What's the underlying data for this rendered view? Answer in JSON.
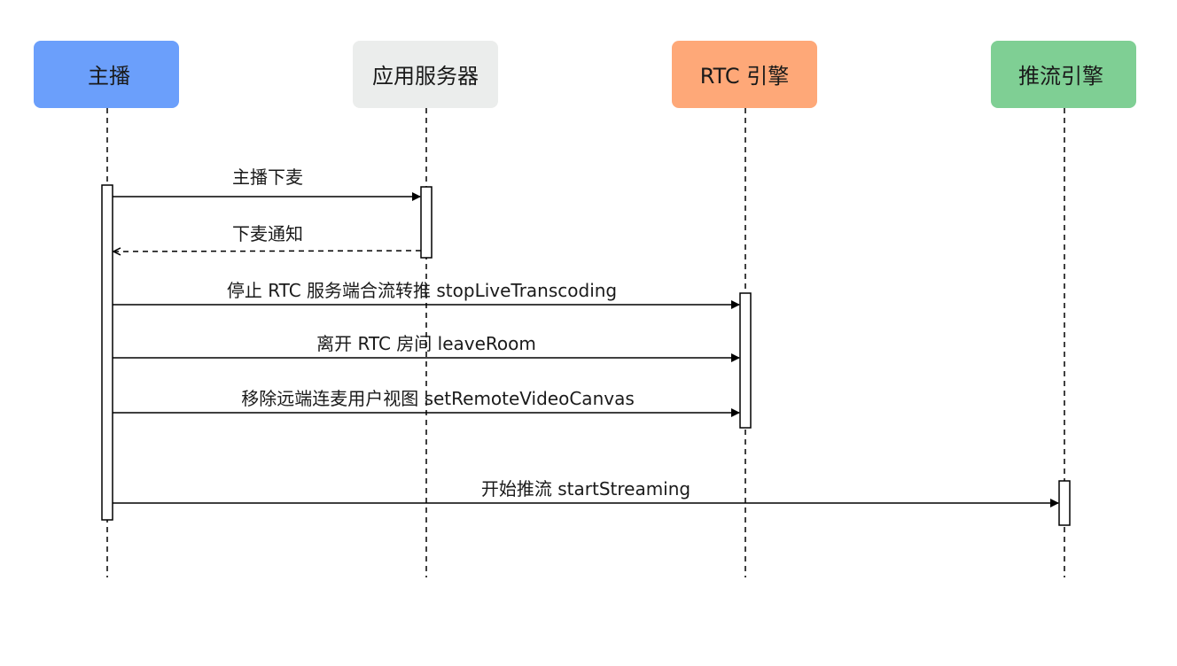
{
  "participants": [
    {
      "id": "anchor",
      "label": "主播",
      "color": "#6b9ffb"
    },
    {
      "id": "app-server",
      "label": "应用服务器",
      "color": "#ebedec"
    },
    {
      "id": "rtc-engine",
      "label": "RTC 引擎",
      "color": "#fea878"
    },
    {
      "id": "push-engine",
      "label": "推流引擎",
      "color": "#7fcf94"
    }
  ],
  "messages": [
    {
      "label": "主播下麦",
      "from": "anchor",
      "to": "app-server",
      "style": "solid"
    },
    {
      "label": "下麦通知",
      "from": "app-server",
      "to": "anchor",
      "style": "dashed"
    },
    {
      "label": "停止 RTC 服务端合流转推 stopLiveTranscoding",
      "from": "anchor",
      "to": "rtc-engine",
      "style": "solid"
    },
    {
      "label": "离开 RTC 房间 leaveRoom",
      "from": "anchor",
      "to": "rtc-engine",
      "style": "solid"
    },
    {
      "label": "移除远端连麦用户视图 setRemoteVideoCanvas",
      "from": "anchor",
      "to": "rtc-engine",
      "style": "solid"
    },
    {
      "label": "开始推流 startStreaming",
      "from": "anchor",
      "to": "push-engine",
      "style": "solid"
    }
  ]
}
